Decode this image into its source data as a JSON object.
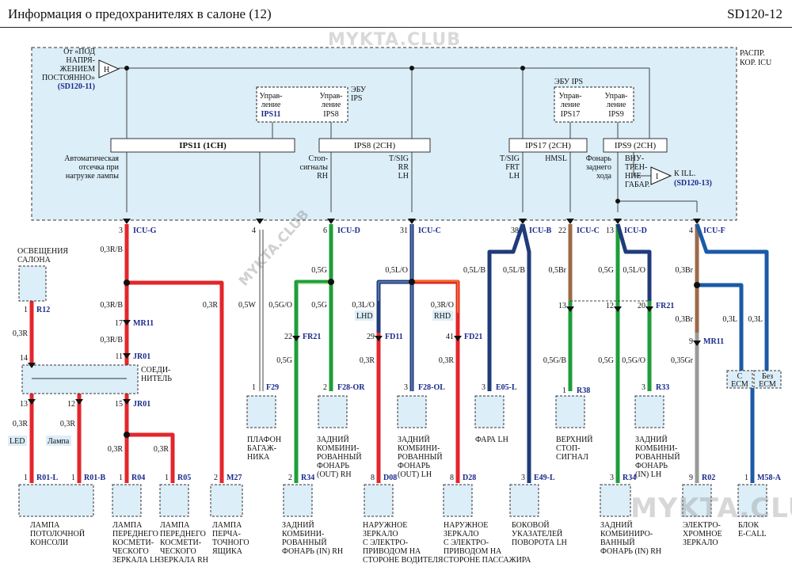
{
  "header": {
    "title": "Информация о предохранителях в салоне (12)",
    "code": "SD120-12"
  },
  "watermark": {
    "text": "MYKTA.CLUB"
  },
  "icu": {
    "distr": [
      "РАСПР.",
      "КОР. ICU"
    ],
    "hot": [
      "От «ПОД",
      "НАПРЯ-",
      "ЖЕНИЕМ",
      "ПОСТОЯННО»"
    ],
    "hot_ref": "(SD120-11)",
    "hot_symbol": "H",
    "ebu_left": [
      "ЭБУ",
      "IPS"
    ],
    "ebu_right": "ЭБУ IPS",
    "ctrl_ips11": [
      "Управ-",
      "ление",
      "IPS11"
    ],
    "ctrl_ips8": [
      "Управ-",
      "ление",
      "IPS8"
    ],
    "ctrl_ips17": [
      "Управ-",
      "ление",
      "IPS17"
    ],
    "ctrl_ips9": [
      "Управ-",
      "ление",
      "IPS9"
    ],
    "ips11": "IPS11 (1CH)",
    "ips8": "IPS8 (2CH)",
    "ips17": "IPS17 (2CH)",
    "ips9": "IPS9 (2CH)",
    "auto_cutoff": [
      "Автоматическая",
      "отсечка при",
      "нагрузке лампы"
    ],
    "stop": [
      "Стоп-",
      "сигналы",
      "RH"
    ],
    "tsig_rr": [
      "T/SIG",
      "RR",
      "LH"
    ],
    "tsig_frt": [
      "T/SIG",
      "FRT",
      "LH"
    ],
    "hmsl": "HMSL",
    "rear_lamp": [
      "Фонарь",
      "заднего",
      "хода"
    ],
    "inner": [
      "ВНУ-",
      "ТРЕН-",
      "НИЕ",
      "ГАБАР."
    ],
    "kill": "К ILL.",
    "kill_ref": "(SD120-13)",
    "kill_symbol": "I"
  },
  "connectors": {
    "c1": {
      "pin": "3",
      "name": "ICU-G"
    },
    "c2": {
      "pin": "4"
    },
    "c3": {
      "pin": "6",
      "name": "ICU-D"
    },
    "c4": {
      "pin": "31",
      "name": "ICU-C"
    },
    "c5": {
      "pin": "38",
      "name": "ICU-B"
    },
    "c6": {
      "pin": "22",
      "name": "ICU-C"
    },
    "c7": {
      "pin": "13",
      "name": "ICU-D"
    },
    "c8": {
      "pin": "4",
      "name": "ICU-F"
    },
    "mr11a": {
      "pin": "17",
      "name": "MR11"
    },
    "jr01a": {
      "pin": "11",
      "name": "JR01"
    },
    "jr01b": {
      "pin": "15",
      "name": "JR01"
    },
    "jr14": "14",
    "jr13": "13",
    "jr12": "12",
    "fr21a": {
      "pin": "22",
      "name": "FR21"
    },
    "fd11": {
      "pin": "29",
      "name": "FD11"
    },
    "fd21": {
      "pin": "41",
      "name": "FD21"
    },
    "c13": "13",
    "c12": "12",
    "fr21b": {
      "pin": "20",
      "name": "FR21"
    },
    "mr11b": {
      "pin": "9",
      "name": "MR11"
    },
    "r12": {
      "pin": "1",
      "name": "R12"
    },
    "f29": {
      "pin": "1",
      "name": "F29"
    },
    "f28or": {
      "pin": "2",
      "name": "F28-OR"
    },
    "f28ol": {
      "pin": "3",
      "name": "F28-OL"
    },
    "e05l": {
      "pin": "3",
      "name": "E05-L"
    },
    "r38": {
      "pin": "1",
      "name": "R38"
    },
    "r33": {
      "pin": "3",
      "name": "R33"
    },
    "r01l": {
      "pin": "1",
      "name": "R01-L"
    },
    "r01b": {
      "pin": "1",
      "name": "R01-B"
    },
    "r04": {
      "pin": "1",
      "name": "R04"
    },
    "r05": {
      "pin": "1",
      "name": "R05"
    },
    "m27": {
      "pin": "2",
      "name": "M27"
    },
    "r34a": {
      "pin": "2",
      "name": "R34"
    },
    "d08": {
      "pin": "8",
      "name": "D08"
    },
    "d28": {
      "pin": "8",
      "name": "D28"
    },
    "e49l": {
      "pin": "3",
      "name": "E49-L"
    },
    "r34b": {
      "pin": "3",
      "name": "R34"
    },
    "r02": {
      "pin": "9",
      "name": "R02"
    },
    "m58a": {
      "pin": "1",
      "name": "M58-A"
    }
  },
  "wires": {
    "w_icug_top": "0,3R/B",
    "w_icug_mid": "0,3R/B",
    "w_icug_bot": "0,3R/B",
    "w_m27": "0,3R",
    "w_r12": "0,3R",
    "w_r01l": "0,3R",
    "w_r01b": "0,3R",
    "w_r04": "0,3R",
    "w_r05": "0,3R",
    "w_f29": "0,5W",
    "w_d_main": "0,5G",
    "w_d_split": "0,5G",
    "w_d_go": "0,5G/O",
    "w_fr21": "0,5G",
    "w_c_main": "0,5L/O",
    "w_lo_left": "0,3L/O",
    "w_ro_right": "0,3R/O",
    "w_fd11": "0,3R",
    "w_fd21": "0,3R",
    "w_b_lb1": "0,5L/B",
    "w_b_lb2": "0,5L/B",
    "w_br": "0,5Br",
    "w_gb": "0,5G/B",
    "w_g1": "0,5G",
    "w_lo2": "0,5L/O",
    "w_g2": "0,5G",
    "w_go2": "0,5G/O",
    "w_br2": "0,3Br",
    "w_br3": "0,3Br",
    "w_gr": "0,35Gr",
    "w_3l_a": "0,3L",
    "w_3l_b": "0,3L"
  },
  "tags": {
    "lhd": "LHD",
    "rhd": "RHD",
    "led": "LED",
    "lamp": "Лампа"
  },
  "labels": {
    "interior_light": [
      "ОСВЕЩЕНИЯ",
      "САЛОНА"
    ],
    "joint": [
      "СОЕДИ-",
      "НИТЕЛЬ"
    ],
    "trunk": [
      "ПЛАФОН",
      "БАГАЖ-",
      "НИКА"
    ],
    "rear_out_rh": [
      "ЗАДНИЙ",
      "КОМБИНИ-",
      "РОВАННЫЙ",
      "ФОНАРЬ",
      "(OUT) RH"
    ],
    "rear_out_lh": [
      "ЗАДНИЙ",
      "КОМБИНИ-",
      "РОВАННЫЙ",
      "ФОНАРЬ",
      "(OUT) LH"
    ],
    "headlamp": "ФАРА LH",
    "hmsl": [
      "ВЕРХНИЙ",
      "СТОП-",
      "СИГНАЛ"
    ],
    "rear_in_lh": [
      "ЗАДНИЙ",
      "КОМБИНИ-",
      "РОВАННЫЙ",
      "ФОНАРЬ",
      "(IN) LH"
    ],
    "ecm_with": [
      "С",
      "ECM"
    ],
    "ecm_without": [
      "Без",
      "ECM"
    ],
    "overhead": [
      "ЛАМПА",
      "ПОТОЛОЧНОЙ",
      "КОНСОЛИ"
    ],
    "vanity_lh": [
      "ЛАМПА",
      "ПЕРЕДНЕГО",
      "КОСМЕТИ-",
      "ЧЕСКОГО",
      "ЗЕРКАЛА LH"
    ],
    "vanity_rh": [
      "ЛАМПА",
      "ПЕРЕДНЕГО",
      "КОСМЕТИ-",
      "ЧЕСКОГО",
      "ЗЕРКАЛА RH"
    ],
    "glovebox": [
      "ЛАМПА",
      "ПЕРЧА-",
      "ТОЧНОГО",
      "ЯЩИКА"
    ],
    "rear_in_rh": [
      "ЗАДНИЙ",
      "КОМБИНИ-",
      "РОВАННЫЙ",
      "ФОНАРЬ (IN) RH"
    ],
    "mirror_drv": [
      "НАРУЖНОЕ",
      "ЗЕРКАЛО",
      "С ЭЛЕКТРО-",
      "ПРИВОДОМ НА",
      "СТОРОНЕ ВОДИТЕЛЯ"
    ],
    "mirror_pass": [
      "НАРУЖНОЕ",
      "ЗЕРКАЛО",
      "С ЭЛЕКТРО-",
      "ПРИВОДОМ НА",
      "СТОРОНЕ ПАССАЖИРА"
    ],
    "side_repeater": [
      "БОКОВОЙ",
      "УКАЗАТЕЛЕЙ",
      "ПОВОРОТА LH"
    ],
    "rear_in_rh2": [
      "ЗАДНИЙ",
      "КОМБИНИРО-",
      "ВАННЫЙ",
      "ФОНАРЬ (IN) RH"
    ],
    "ecm_mirror": [
      "ЭЛЕКТРО-",
      "ХРОМНОЕ",
      "ЗЕРКАЛО"
    ],
    "ecall": [
      "БЛОК",
      "E-CALL"
    ]
  },
  "colors": {
    "red": "#e3262b",
    "green": "#1e9e3a",
    "blue": "#1b5aa6",
    "brown": "#9c6a4a",
    "gray": "#9a9a9a",
    "navy": "#1f3b7a",
    "orange": "#f08a1c",
    "box": "#dceef8"
  }
}
